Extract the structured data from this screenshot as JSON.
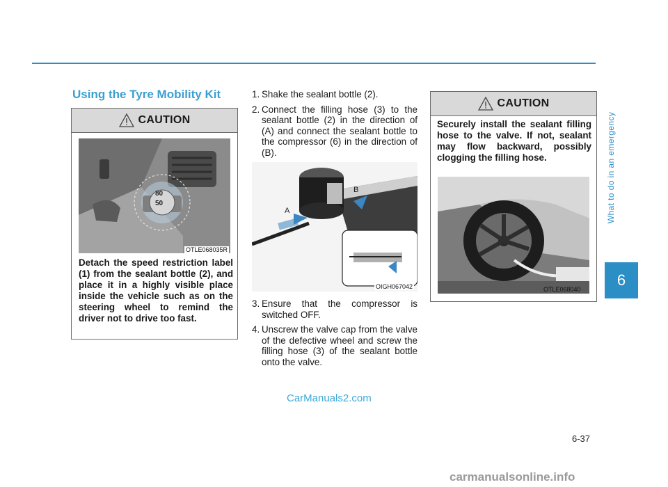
{
  "section_title": "Using the Tyre Mobility Kit",
  "caution_label": "CAUTION",
  "caution1": {
    "image_code": "OTLE068035R",
    "gauge_top": "80",
    "gauge_bottom": "50",
    "text": "Detach the speed restriction label (1) from the sealant bottle (2), and place it in a highly visible place inside the vehicle such as on the steering wheel to remind the driver not to drive too fast."
  },
  "steps": [
    {
      "n": "1.",
      "text": "Shake the sealant bottle (2)."
    },
    {
      "n": "2.",
      "text": "Connect the filling hose (3) to the sealant bottle (2) in the direction of (A) and connect the sealant bottle to the compressor (6) in the direction of (B)."
    }
  ],
  "figure2": {
    "code": "OIGH067042",
    "label_a": "A",
    "label_b": "B"
  },
  "steps_b": [
    {
      "n": "3.",
      "text": "Ensure that the compressor is switched OFF."
    },
    {
      "n": "4.",
      "text": "Unscrew the valve cap from the valve of the defective wheel and screw the filling hose (3) of the sealant bottle onto the valve."
    }
  ],
  "caution2": {
    "text": "Securely install the sealant filling hose to the valve. If not, sealant may flow backward, possibly clogging the filling hose.",
    "image_code": "OTLE068040"
  },
  "side_tab": "What to do in an emergency",
  "chapter": "6",
  "page_number": "6-37",
  "watermark1": "CarManuals2.com",
  "watermark2": "carmanualsonline.info",
  "colors": {
    "accent": "#2b8fc6",
    "title": "#3c9fd0",
    "caution_head": "#d9d9d9"
  }
}
